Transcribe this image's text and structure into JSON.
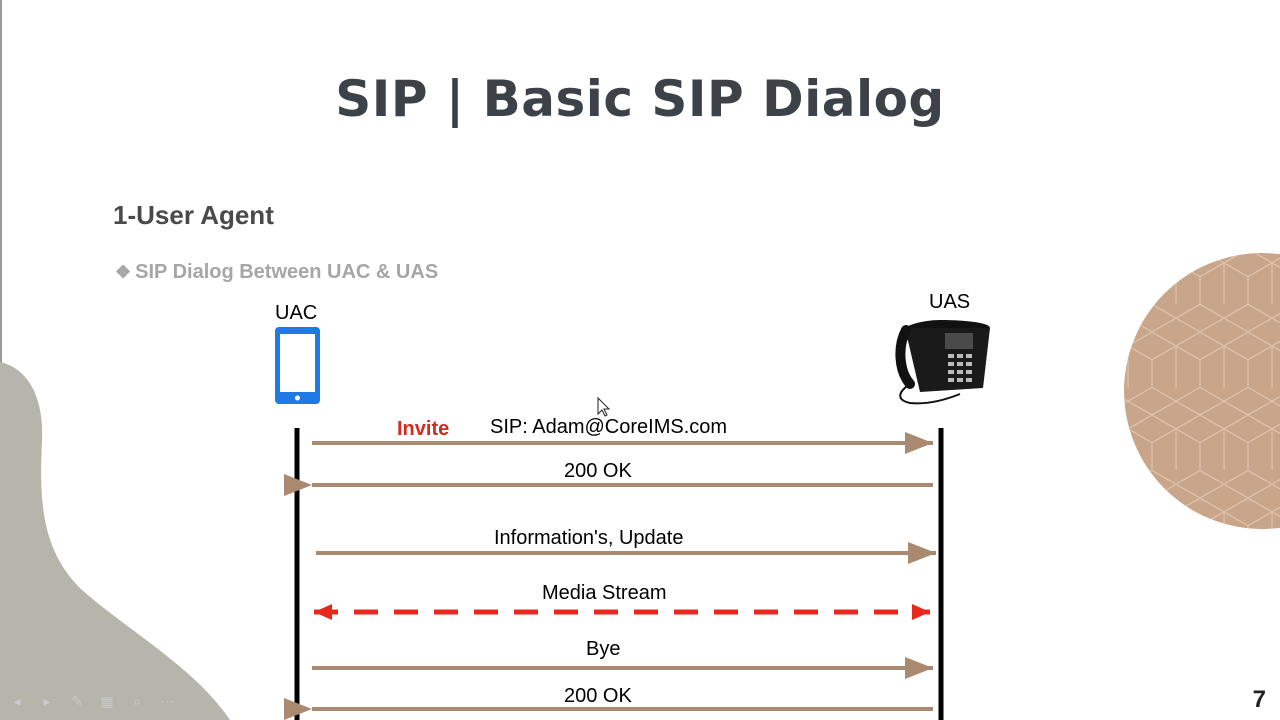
{
  "slide": {
    "title": "SIP | Basic SIP Dialog",
    "section_heading": "1-User Agent",
    "bullet_text": "SIP Dialog Between UAC & UAS",
    "page_number": "7"
  },
  "diagram": {
    "uac_label": "UAC",
    "uas_label": "UAS",
    "invite_tag": "Invite",
    "messages": [
      {
        "label": "SIP: Adam@CoreIMS.com",
        "direction": "right",
        "style": "solid"
      },
      {
        "label": "200 OK",
        "direction": "left",
        "style": "solid"
      },
      {
        "label": "Information's, Update",
        "direction": "right",
        "style": "solid"
      },
      {
        "label": "Media Stream",
        "direction": "both",
        "style": "dashed",
        "color": "#e8281c"
      },
      {
        "label": "Bye",
        "direction": "right",
        "style": "solid"
      },
      {
        "label": "200 OK",
        "direction": "left",
        "style": "solid"
      }
    ],
    "colors": {
      "arrow": "#a9896f",
      "media_stream": "#e8281c",
      "lifeline": "#000000",
      "phone_blue": "#1f7ae6",
      "decor_circle": "#c9a58a",
      "decor_blob": "#b5b5ac"
    }
  },
  "icons": {
    "uac": "mobile-phone-icon",
    "uas": "desk-phone-icon",
    "bullet": "diamond-bullet-icon",
    "cursor": "mouse-pointer-icon"
  }
}
